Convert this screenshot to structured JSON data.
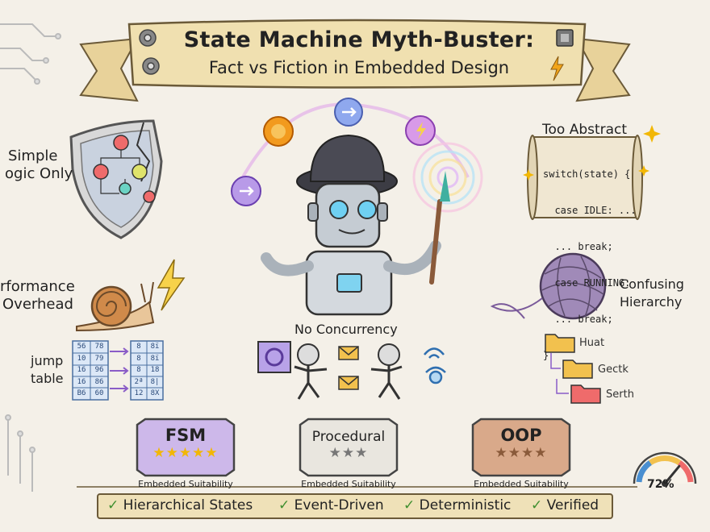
{
  "banner": {
    "title": "State Machine Myth-Buster:",
    "subtitle": "Fact vs Fiction in Embedded Design"
  },
  "myths": {
    "simple_logic": [
      "Simple",
      "ogic Only"
    ],
    "performance": [
      "rformance",
      "Overhead"
    ],
    "jump_table": [
      "jump",
      "table"
    ],
    "too_abstract": "Too Abstract",
    "confusing_hierarchy": [
      "Confusing",
      "Hierarchy"
    ],
    "no_concurrency": "No Concurrency"
  },
  "code_snippet": [
    "switch(state) {",
    "  case IDLE: ...",
    "  ... break;",
    "  case RUNNING:",
    "  ... break;",
    "}"
  ],
  "jump_table_cells": [
    [
      "56",
      "78"
    ],
    [
      "10",
      "79"
    ],
    [
      "16",
      "96"
    ],
    [
      "16",
      "86"
    ],
    [
      "B6",
      "60"
    ]
  ],
  "jump_table_targets": [
    [
      "8",
      "8ï"
    ],
    [
      "8",
      "8ï"
    ],
    [
      "8",
      "18"
    ],
    [
      "2ª",
      "8|"
    ],
    [
      "12",
      "8X"
    ]
  ],
  "folders": [
    {
      "label": "Huat",
      "color": "#f2c14e"
    },
    {
      "label": "Gectk",
      "color": "#f2c14e"
    },
    {
      "label": "Serth",
      "color": "#ef6b6b"
    }
  ],
  "paradigms": [
    {
      "name": "FSM",
      "stars": "★★★★★",
      "rating": 5,
      "suitability": "Embedded Suitability",
      "fill": "#cdb8ea",
      "star_color": "#f2b705"
    },
    {
      "name": "Procedural",
      "stars": "★★★",
      "rating": 3,
      "suitability": "Embedded Suitability",
      "fill": "#e9e6df",
      "star_color": "#777777"
    },
    {
      "name": "OOP",
      "stars": "★★★★",
      "rating": 4,
      "suitability": "Embedded Suitability",
      "fill": "#d9a98a",
      "star_color": "#8a5a3a"
    }
  ],
  "features": [
    "Hierarchical States",
    "Event-Driven",
    "Deterministic",
    "Verified"
  ],
  "gauge": {
    "value_label": "72%",
    "value": 0.72
  },
  "icons": [
    "gear-icon",
    "chip-icon",
    "lightning-icon",
    "arrow-circle-icon",
    "sparkle-icon",
    "checkmark-icon",
    "snail-icon",
    "shield-icon",
    "yarn-ball-icon",
    "wifi-icon",
    "envelope-icon",
    "folder-icon",
    "gauge-icon"
  ],
  "colors": {
    "background": "#f4f0e8",
    "banner": "#f0e0b0",
    "accent_purple": "#8a5cc7",
    "accent_orange": "#f29a1e",
    "check_green": "#3f8f2f"
  }
}
